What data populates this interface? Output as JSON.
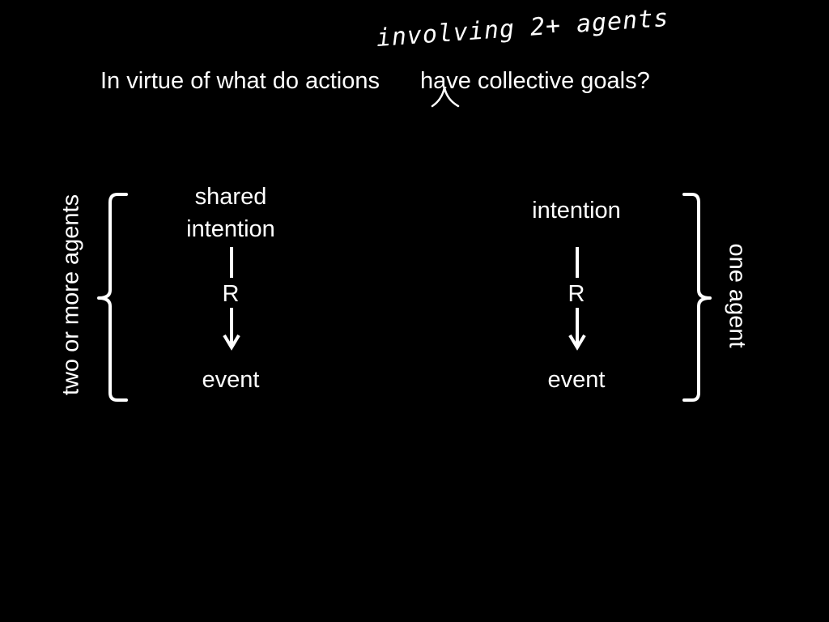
{
  "slide": {
    "question_part1": "In virtue of what  do actions",
    "question_part2": "have collective goals?",
    "insertion_note": "involving 2+ agents",
    "left": {
      "side_label": "two or more agents",
      "top_line1": "shared",
      "top_line2": "intention",
      "relation": "R",
      "bottom": "event"
    },
    "right": {
      "side_label": "one  agent",
      "top": "intention",
      "relation": "R",
      "bottom": "event"
    }
  },
  "colors": {
    "background": "#000000",
    "foreground": "#ffffff"
  }
}
